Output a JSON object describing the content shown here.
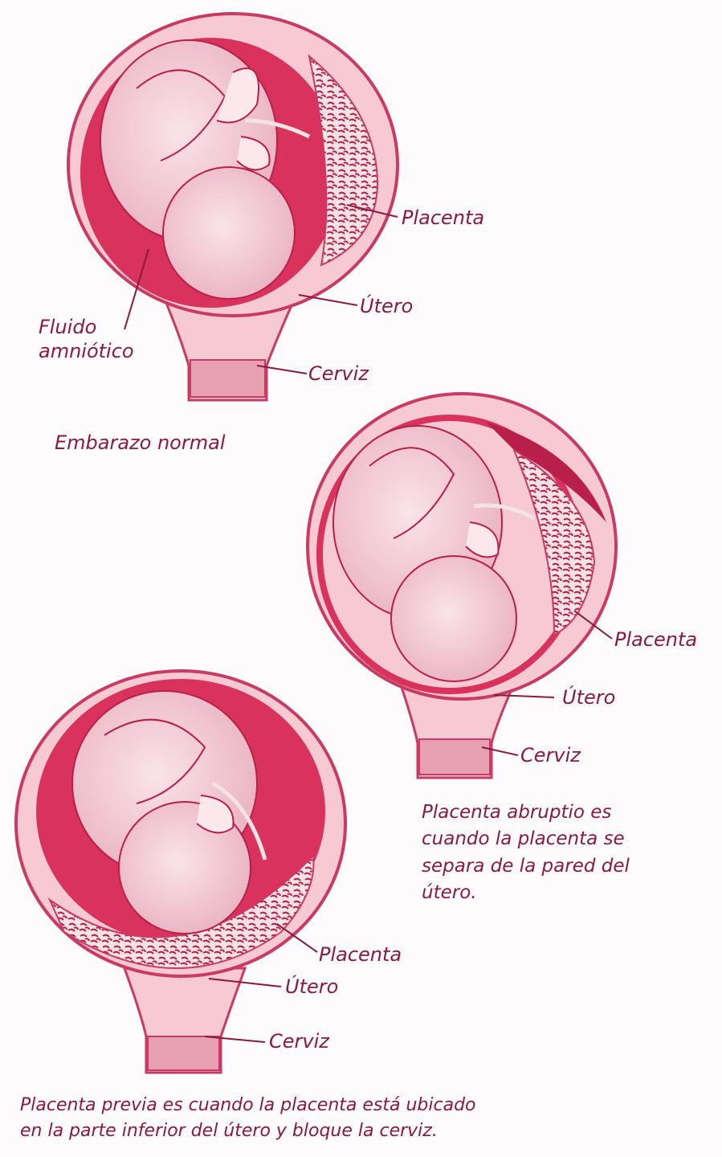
{
  "colors": {
    "ink": "#8a1a3e",
    "uterus_wall": "#c93a64",
    "uterus_fill": "#f6c9d3",
    "fluid": "#d9325c",
    "fetus": "#f2cdd6",
    "placenta": "#f1dfe3"
  },
  "panels": [
    {
      "title": "Embarazo normal",
      "labels": {
        "placenta": "Placenta",
        "uterus": "Útero",
        "fluid_line1": "Fluido",
        "fluid_line2": "amniótico",
        "cervix": "Cerviz"
      }
    },
    {
      "caption_lines": [
        "Placenta abruptio es",
        "cuando la placenta se",
        "separa de la pared del",
        "útero."
      ],
      "labels": {
        "placenta": "Placenta",
        "uterus": "Útero",
        "cervix": "Cerviz"
      }
    },
    {
      "caption_lines": [
        "Placenta previa es cuando la placenta está ubicado",
        "en la parte inferior del útero y bloque la cerviz."
      ],
      "labels": {
        "placenta": "Placenta",
        "uterus": "Útero",
        "cervix": "Cerviz"
      }
    }
  ]
}
